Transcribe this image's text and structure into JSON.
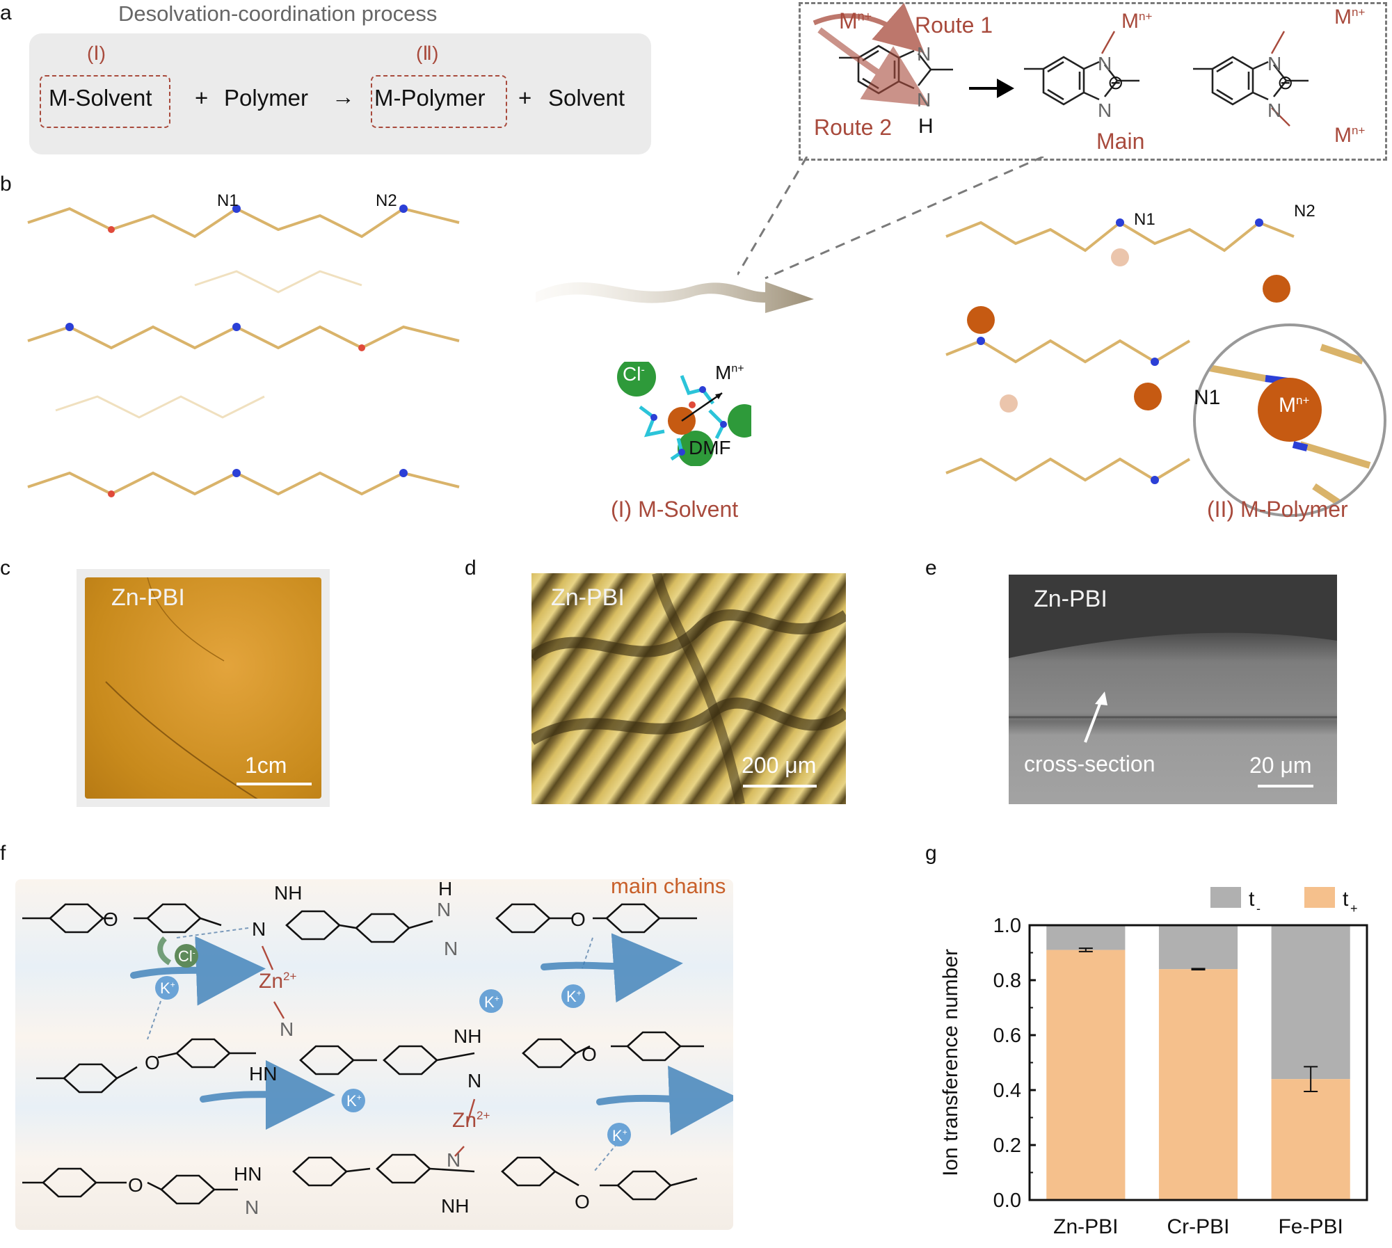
{
  "panels": {
    "a": "a",
    "b": "b",
    "c": "c",
    "d": "d",
    "e": "e",
    "f": "f",
    "g": "g"
  },
  "panel_a": {
    "title": "Desolvation-coordination process",
    "tag1": "(Ⅰ)",
    "tag2": "(Ⅱ)",
    "m_solvent": "M-Solvent",
    "plus1": "+",
    "polymer": "Polymer",
    "arrow": "→",
    "m_polymer": "M-Polymer",
    "plus2": "+",
    "solvent": "Solvent"
  },
  "mechanism": {
    "metal": "M",
    "charge": "n+",
    "route1": "Route 1",
    "route2": "Route 2",
    "n": "N",
    "h": "H",
    "minus": "⊖",
    "main": "Main"
  },
  "panel_b": {
    "n1": "N1",
    "n2": "N2",
    "cl": "Cl",
    "cl_sup": "-",
    "dmf": "DMF",
    "m_solvent_label": "(I) M-Solvent",
    "m_polymer_label": "(II) M-Polymer",
    "zoom_n1": "N1"
  },
  "panel_c": {
    "label": "Zn-PBI",
    "scale": "1cm"
  },
  "panel_d": {
    "label": "Zn-PBI",
    "scale": "200 μm"
  },
  "panel_e": {
    "label": "Zn-PBI",
    "annotation": "cross-section",
    "scale": "20 μm"
  },
  "panel_f": {
    "main_chains": "main chains",
    "nh": "NH",
    "hn": "HN",
    "n": "N",
    "o": "O",
    "h": "H",
    "zn": "Zn",
    "zn_charge": "2+",
    "k": "K",
    "plus": "+",
    "cl": "Cl",
    "cl_sup": "-"
  },
  "colors": {
    "orange_bar": "#f5c08c",
    "gray_bar": "#b0b0b0",
    "accent_red": "#a84a3c",
    "main_chain_text": "#c8602a",
    "metal_ball": "#c65a12"
  },
  "chart_data": {
    "type": "bar",
    "stacked": true,
    "categories": [
      "Zn-PBI",
      "Cr-PBI",
      "Fe-PBI"
    ],
    "series": [
      {
        "name": "t+",
        "values": [
          0.91,
          0.84,
          0.44
        ],
        "error": [
          0.006,
          0.002,
          0.045
        ],
        "color": "#f5c08c"
      },
      {
        "name": "t-",
        "values": [
          0.09,
          0.16,
          0.56
        ],
        "color": "#b0b0b0"
      }
    ],
    "legend_minus_base": "t",
    "legend_minus_sub": "-",
    "legend_plus_base": "t",
    "legend_plus_sub": "+",
    "ylabel": "Ion transference number",
    "xlabel": "",
    "ylim": [
      0,
      1.0
    ],
    "yticks": [
      "0.0",
      "0.2",
      "0.4",
      "0.6",
      "0.8",
      "1.0"
    ],
    "legend_position": "top"
  }
}
